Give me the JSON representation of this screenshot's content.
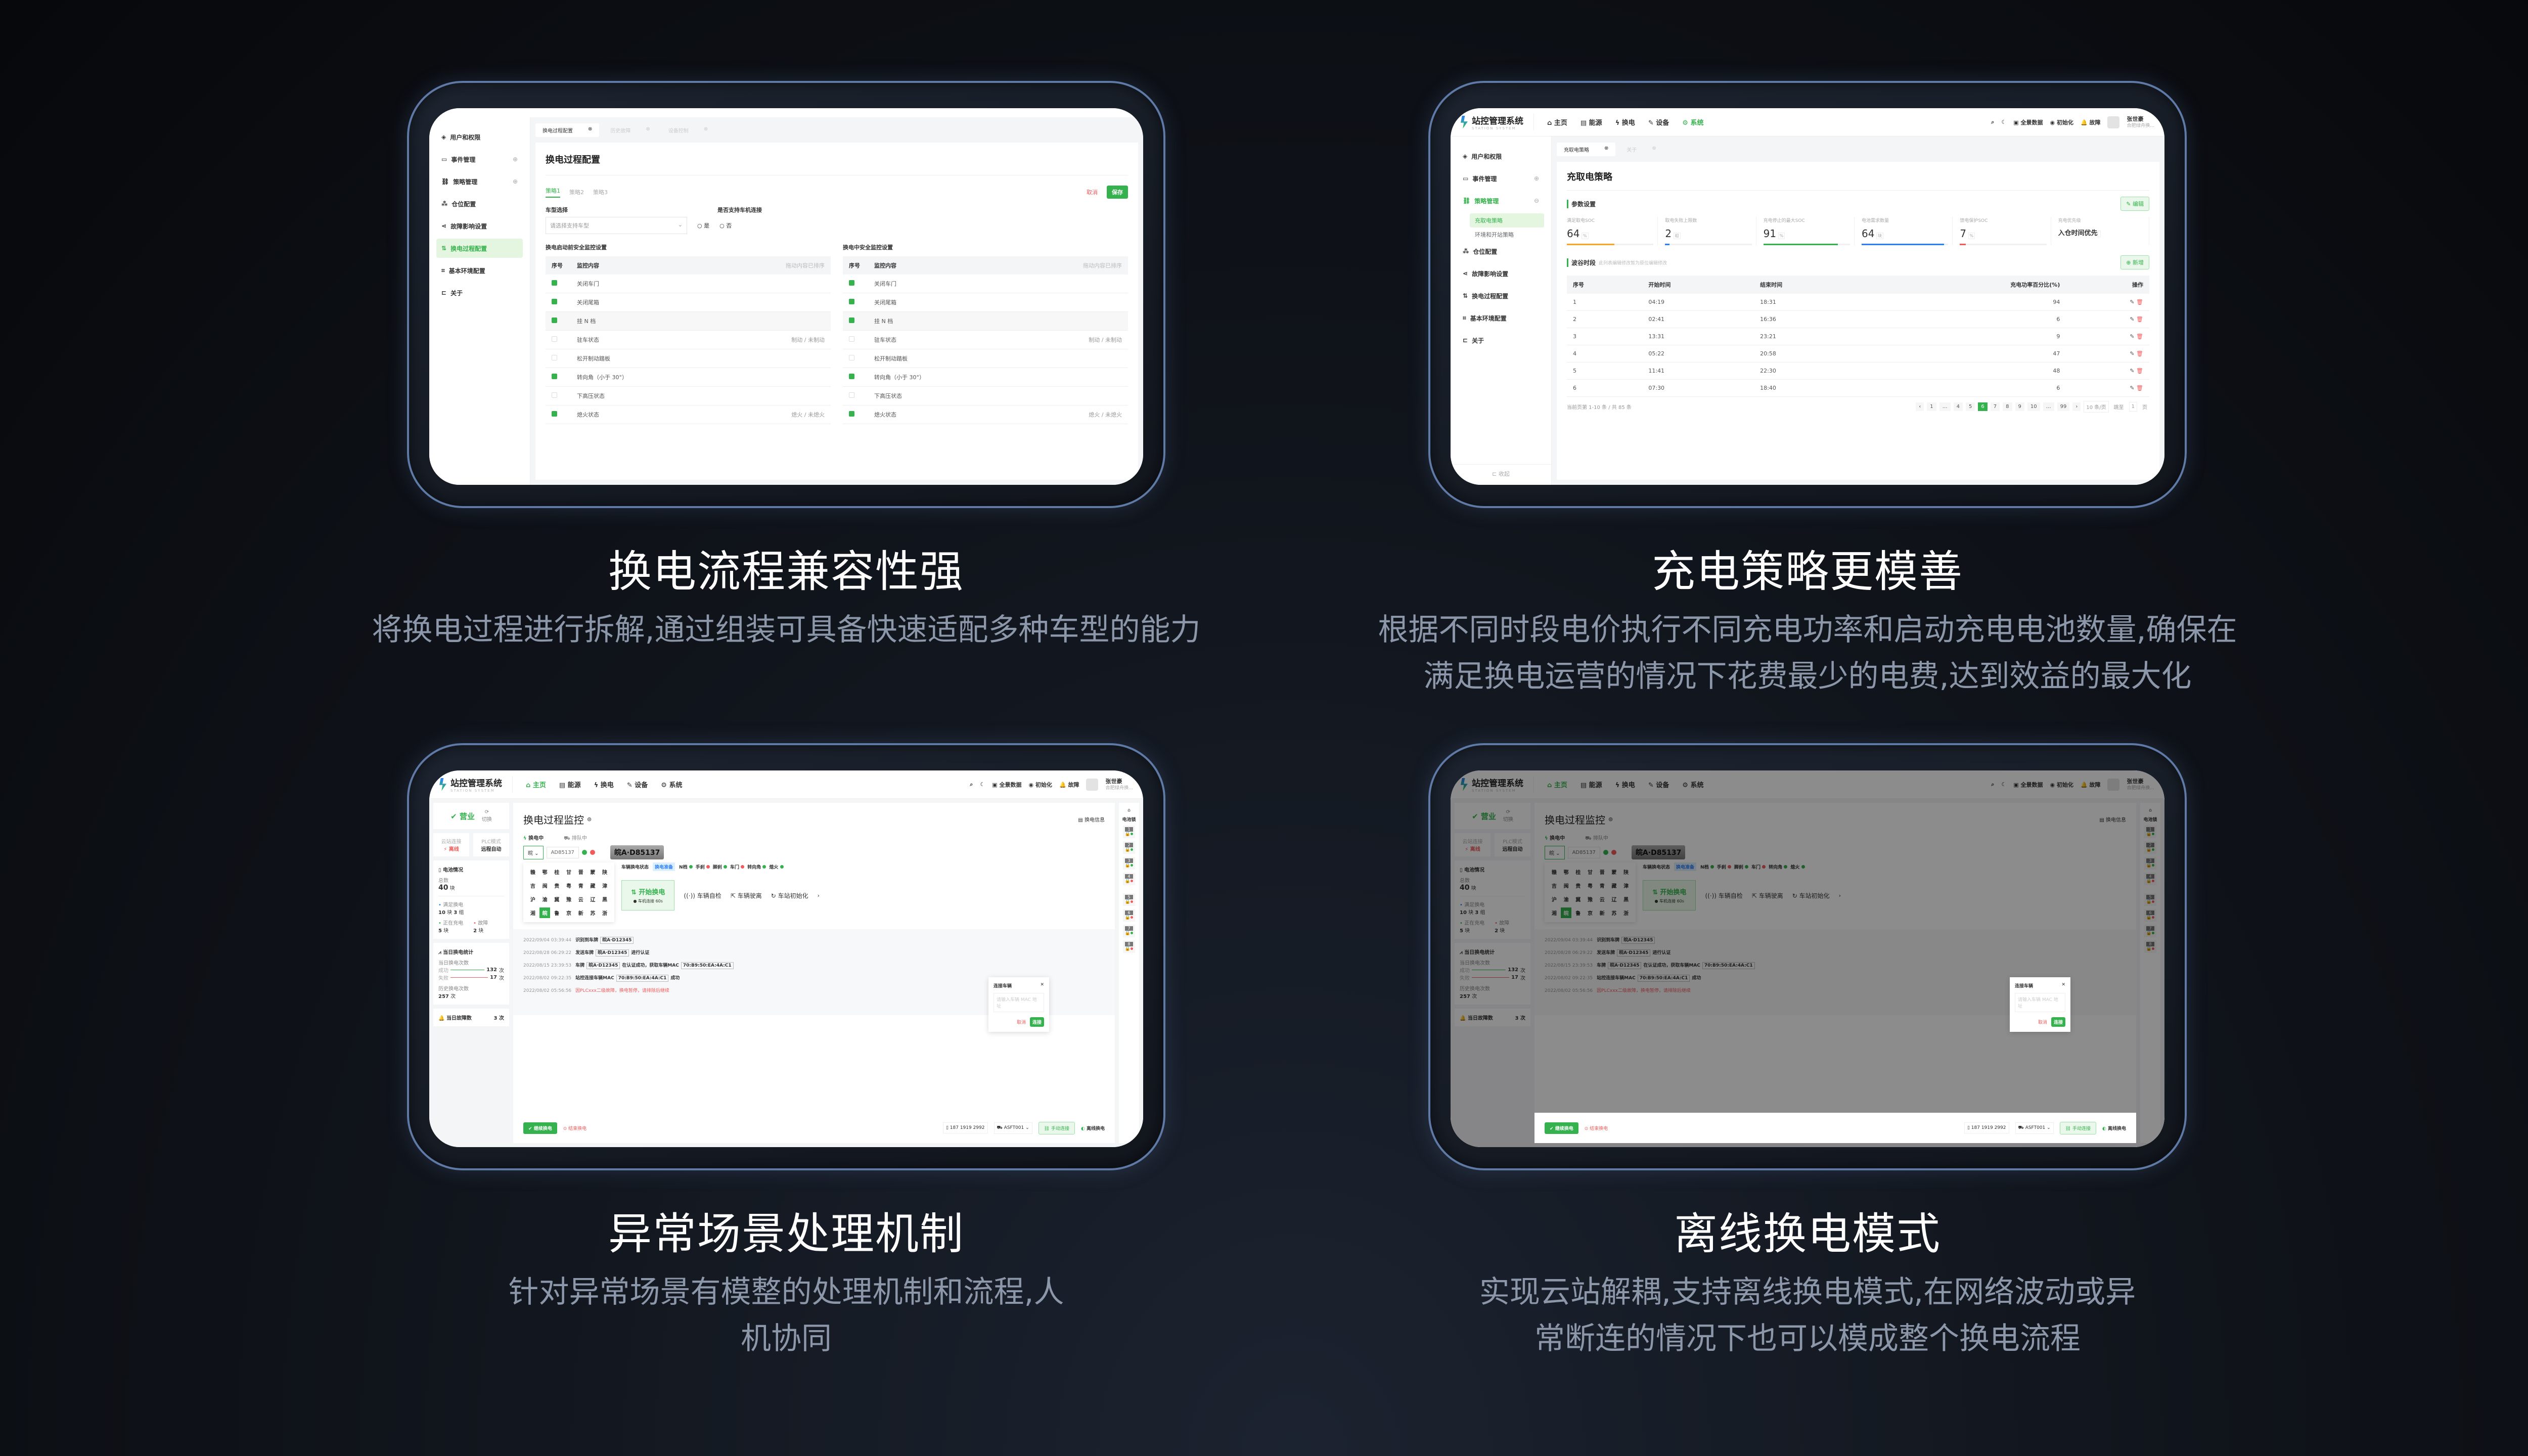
{
  "features": [
    {
      "title": "换电流程兼容性强",
      "desc_lines": [
        "将换电过程进行拆解,通过组装可具备快速适配多种车型的能力"
      ],
      "screen": {
        "sidebar": [
          "用户和权限",
          "事件管理",
          "策略管理",
          "仓位配置",
          "故障影响设置",
          "换电过程配置",
          "基本环境配置",
          "关于"
        ],
        "tabs": [
          "换电过程配置",
          "历史故障",
          "设备控制"
        ],
        "page_title": "换电过程配置",
        "strategy_tabs": [
          "策略1",
          "策略2",
          "策略3"
        ],
        "cancel": "取消",
        "save": "保存",
        "vehicle_label": "车型选择",
        "vehicle_placeholder": "请选择支持车型",
        "support_label": "是否支持车机连接",
        "yes": "是",
        "no": "否",
        "left_table_title": "换电启动前安全监控设置",
        "right_table_title": "换电中安全监控设置",
        "col_no": "序号",
        "col_content": "监控内容",
        "col_hint": "拖动内容已排序",
        "rows": [
          {
            "label": "关闭车门",
            "checked": true,
            "opts": ""
          },
          {
            "label": "关闭尾箱",
            "checked": true,
            "opts": ""
          },
          {
            "label": "挂 N 档",
            "checked": true,
            "opts": ""
          },
          {
            "label": "驻车状态",
            "checked": false,
            "opts": "制动 / 未制动"
          },
          {
            "label": "松开制动踏板",
            "checked": false,
            "opts": ""
          },
          {
            "label": "转向角（小于 30°）",
            "checked": true,
            "opts": ""
          },
          {
            "label": "下高压状态",
            "checked": false,
            "opts": ""
          },
          {
            "label": "熄火状态",
            "checked": true,
            "opts": "熄火 / 未熄火"
          }
        ]
      }
    },
    {
      "title": "充电策略更模善",
      "desc_lines": [
        "根据不同时段电价执行不同充电功率和启动充电电池数量,确保在",
        "满足换电运营的情况下花费最少的电费,达到效益的最大化"
      ],
      "screen": {
        "app_name": "站控管理系统",
        "app_en": "STATION SYSTEM",
        "nav": [
          "主页",
          "能源",
          "换电",
          "设备",
          "系统"
        ],
        "nav_active": 4,
        "top_actions": [
          "全景数据",
          "初始化",
          "故障"
        ],
        "user_name": "张世豪",
        "user_org": "合肥绿舟换...",
        "sidebar": [
          "用户和权限",
          "事件管理",
          "策略管理",
          "仓位配置",
          "故障影响设置",
          "换电过程配置",
          "基本环境配置",
          "关于"
        ],
        "sub_items": [
          "充取电策略",
          "环境和开站策略"
        ],
        "tabs": [
          "充取电策略",
          "关于"
        ],
        "page_title": "充取电策略",
        "params_title": "参数设置",
        "edit": "编辑",
        "metrics": [
          {
            "label": "满足取电SOC",
            "value": "64",
            "unit": "%",
            "bar": 0.55,
            "color": "#f5a623"
          },
          {
            "label": "取电失败上限数",
            "value": "2",
            "unit": "组",
            "bar": 0.05,
            "color": "#2d7ff9"
          },
          {
            "label": "充电停止的最大SOC",
            "value": "91",
            "unit": "%",
            "bar": 0.86,
            "color": "#35b24d"
          },
          {
            "label": "电池需求数量",
            "value": "64",
            "unit": "块",
            "bar": 0.95,
            "color": "#2d7ff9"
          },
          {
            "label": "馈电保护SOC",
            "value": "7",
            "unit": "%",
            "bar": 0.07,
            "color": "#f25b5b"
          },
          {
            "label": "充电优先级",
            "value": "入仓时间优先",
            "unit": "",
            "bar": 0,
            "color": ""
          }
        ],
        "valley_title": "波谷时段",
        "valley_hint": "此列表编辑修改暂为原位编辑修改",
        "add": "新增",
        "columns": [
          "序号",
          "开始时间",
          "结束时间",
          "充电功率百分比(%)",
          "操作"
        ],
        "rows": [
          [
            "1",
            "04:19",
            "18:31",
            "94"
          ],
          [
            "2",
            "02:41",
            "16:36",
            "6"
          ],
          [
            "3",
            "13:31",
            "23:21",
            "9"
          ],
          [
            "4",
            "05:22",
            "20:58",
            "47"
          ],
          [
            "5",
            "11:41",
            "22:30",
            "48"
          ],
          [
            "6",
            "07:30",
            "18:40",
            "6"
          ]
        ],
        "collapse": "收起",
        "pager_info": "当前页第 1-10 条 / 共 85 条",
        "pages": [
          "‹",
          "1",
          "…",
          "4",
          "5",
          "6",
          "7",
          "8",
          "9",
          "10",
          "…",
          "99",
          "›"
        ],
        "active_page": "6",
        "page_size": "10 条/页",
        "jump_label": "跳至",
        "jump_value": "1",
        "page_unit": "页"
      }
    },
    {
      "title": "异常场景处理机制",
      "desc_lines": [
        "针对异常场景有模整的处理机制和流程,人",
        "机协同"
      ],
      "screen": "monitor"
    },
    {
      "title": "离线换电模式",
      "desc_lines": [
        "实现云站解耦,支持离线换电模式,在网络波动或异",
        "常断连的情况下也可以模成整个换电流程"
      ],
      "screen": "monitor-dimmed"
    }
  ],
  "monitor": {
    "app_name": "站控管理系统",
    "app_en": "STATION SYSTEM",
    "nav": [
      "主页",
      "能源",
      "换电",
      "设备",
      "系统"
    ],
    "nav_active": 0,
    "top_actions": [
      "全景数据",
      "初始化",
      "故障"
    ],
    "user_name": "张世豪",
    "user_org": "合肥绿舟换...",
    "status": "营业",
    "switch": "切换",
    "cloud_label": "云站连接",
    "cloud_value": "离线",
    "plc_label": "PLC模式",
    "plc_value": "远程自动",
    "battery_title": "电池情况",
    "total_label": "总数",
    "total_value": "40",
    "unit_block": "块",
    "ready_label": "满足换电",
    "ready_value": "10",
    "ready_groups": "3",
    "unit_group": "组",
    "charging_label": "正在充电",
    "charging_value": "5",
    "fault_label": "故障",
    "fault_value": "2",
    "stats_title": "当日换电统计",
    "daily_label": "当日换电次数",
    "success_label": "成功",
    "success_value": "132",
    "fail_label": "失败",
    "fail_value": "17",
    "unit_times": "次",
    "history_label": "历史换电次数",
    "history_value": "257",
    "daily_fault_label": "当日故障数",
    "daily_fault_value": "3",
    "page_title": "换电过程监控",
    "info_link": "换电信息",
    "swapping_label": "换电中",
    "queue_label": "排队中",
    "province": "皖",
    "plate_input": "AD85137",
    "plate_display": "皖A·D85137",
    "provinces": [
      "赣",
      "鄂",
      "桂",
      "甘",
      "晋",
      "蒙",
      "陕",
      "吉",
      "闽",
      "贵",
      "粤",
      "青",
      "藏",
      "津",
      "沪",
      "渝",
      "冀",
      "豫",
      "云",
      "辽",
      "黑",
      "湘",
      "皖",
      "鲁",
      "京",
      "新",
      "苏",
      "浙"
    ],
    "vehicle_state_label": "车辆换电状态",
    "vehicle_state_badge": "换电准备",
    "indicators": [
      {
        "label": "N档",
        "ok": true
      },
      {
        "label": "手刹",
        "ok": false
      },
      {
        "label": "脚刹",
        "ok": true
      },
      {
        "label": "车门",
        "ok": false
      },
      {
        "label": "转向角",
        "ok": true
      },
      {
        "label": "熄火",
        "ok": true
      }
    ],
    "start_swap": "开始换电",
    "vehicle_connect": "车机连接 60s",
    "actions": [
      "车辆自检",
      "车辆驶离",
      "车站初始化"
    ],
    "logs": [
      {
        "time": "2022/09/04  03:39:44",
        "parts": [
          "识别到车牌",
          "皖A·D12345",
          ""
        ],
        "error": false
      },
      {
        "time": "2022/08/28  06:29:22",
        "parts": [
          "发送车牌",
          "皖A·D12345",
          "进行认证"
        ],
        "error": false
      },
      {
        "time": "2022/08/15  23:39:53",
        "parts": [
          "车牌",
          "皖A·D12345",
          "在认证成功，获取车辆MAC",
          "70:B9:50:EA:4A:C1"
        ],
        "error": false
      },
      {
        "time": "2022/08/02  09:22:35",
        "parts": [
          "站控连接车辆MAC",
          "70:B9:50:EA:4A:C1",
          "成功"
        ],
        "error": false
      },
      {
        "time": "2022/08/02  05:56:56",
        "parts": [
          "因PLCxxx二级故障，换电暂停，请排除后继续"
        ],
        "error": true
      }
    ],
    "dialog_title": "连接车辆",
    "dialog_placeholder": "请输入车辆 MAC 地址",
    "dialog_cancel": "取消",
    "dialog_ok": "连接",
    "continue": "继续换电",
    "end": "结束换电",
    "phone": "187 1919 2992",
    "device": "ASFT001",
    "manual_connect": "手动连接",
    "offline_swap": "离线换电",
    "lock_title": "电池锁",
    "locks": [
      {
        "n": "1",
        "ok": true
      },
      {
        "n": "2",
        "ok": true
      },
      {
        "n": "3",
        "ok": true
      },
      {
        "n": "4",
        "ok": false
      },
      {
        "n": "5",
        "ok": false
      },
      {
        "n": "6",
        "ok": false
      },
      {
        "n": "7",
        "ok": true
      },
      {
        "n": "8",
        "ok": false
      }
    ]
  }
}
